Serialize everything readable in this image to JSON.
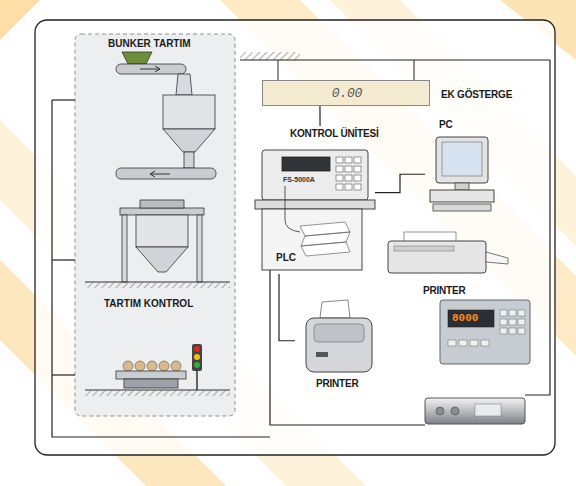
{
  "diagram": {
    "nodes": [
      {
        "text": [
          "0.00",
          "EK GÖSTERGE"
        ]
      },
      {
        "text": [
          "KONTROL ÜNİTESİ"
        ]
      },
      {
        "text": [
          "PC"
        ]
      },
      {
        "text": [
          "PRINTER"
        ]
      },
      {
        "text": [
          "PRINTER"
        ]
      }
    ],
    "edges": [
      {
        "from": 0,
        "to": 1,
        "arrow": "none"
      },
      {
        "from": 1,
        "to": 2,
        "arrow": "none"
      },
      {
        "from": 1,
        "to": 4,
        "arrow": "none"
      }
    ],
    "labels": [
      "BUNKER TARTIM",
      "TARTIM KONTROL",
      "FS-5000A",
      "PLC",
      "8000"
    ]
  }
}
